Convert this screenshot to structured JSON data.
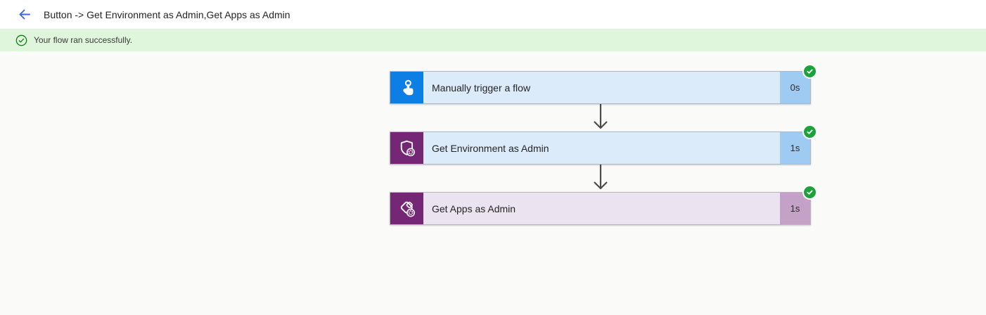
{
  "header": {
    "title": "Button -> Get Environment as Admin,Get Apps as Admin",
    "back_icon": "arrow-left",
    "back_color": "#3e66e2"
  },
  "banner": {
    "text": "Your flow ran successfully.",
    "icon": "checkmark-circle-outline",
    "background": "#dff6dd",
    "icon_color": "#107c10"
  },
  "flow": {
    "connector_arrow_color": "#4d4b48",
    "nodes": [
      {
        "label": "Manually trigger a flow",
        "duration": "0s",
        "status": "succeeded",
        "icon": "manual-trigger-touch-icon",
        "icon_bg": "#0d7ee3",
        "body_bg": "#dcebfa",
        "duration_bg": "#9fcaf1"
      },
      {
        "label": "Get Environment as Admin",
        "duration": "1s",
        "status": "succeeded",
        "icon": "power-platform-admin-shield-icon",
        "icon_bg": "#742774",
        "body_bg": "#dcebfa",
        "duration_bg": "#9fcaf1"
      },
      {
        "label": "Get Apps as Admin",
        "duration": "1s",
        "status": "succeeded",
        "icon": "power-apps-admin-icon",
        "icon_bg": "#742774",
        "body_bg": "#ece3f0",
        "duration_bg": "#c4a2c7"
      }
    ],
    "status_badge_color": "#1ba23a"
  }
}
